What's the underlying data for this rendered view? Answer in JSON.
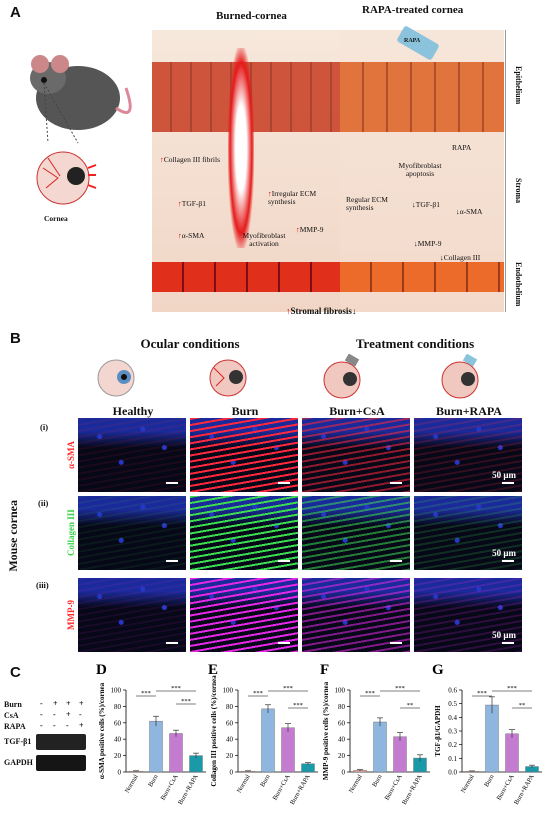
{
  "panelA": {
    "letter": "A",
    "burned_title": "Burned-cornea",
    "rapa_title": "RAPA-treated cornea",
    "rapa_bottle": "RAPA",
    "cornea_label": "Cornea",
    "layers": [
      "Epithelium",
      "Stroma",
      "Endothelium"
    ],
    "burn_labels": {
      "collagen": "Collagen III fibrils",
      "tgf": "TGF-β1",
      "irregular": "Irregular ECM synthesis",
      "asma": "α-SMA",
      "mmp": "MMP-9",
      "myo": "Myofibroblast activation"
    },
    "rapa_labels": {
      "rapa": "RAPA",
      "apoptosis": "Myofibroblast apoptosis",
      "regular": "Regular ECM synthesis",
      "tgf": "TGF-β1",
      "asma": "α-SMA",
      "mmp": "MMP-9",
      "collagen": "Collagen III"
    },
    "fibrosis": "Stromal fibrosis"
  },
  "panelB": {
    "letter": "B",
    "ocular": "Ocular conditions",
    "treatment": "Treatment conditions",
    "columns": [
      "Healthy",
      "Burn",
      "Burn+CsA",
      "Burn+RAPA"
    ],
    "side_label": "Mouse cornea",
    "rows": [
      {
        "roman": "(i)",
        "stain": "α-SMA",
        "color": "#ff2a2a"
      },
      {
        "roman": "(ii)",
        "stain": "Collagen III",
        "color": "#39d24a"
      },
      {
        "roman": "(iii)",
        "stain": "MMP-9",
        "color": "#ff2a2a"
      }
    ],
    "scale": "50 μm"
  },
  "panelC": {
    "letter": "C",
    "rows": [
      {
        "name": "Burn",
        "marks": [
          "-",
          "+",
          "+",
          "+"
        ]
      },
      {
        "name": "CsA",
        "marks": [
          "-",
          "-",
          "+",
          "-"
        ]
      },
      {
        "name": "RAPA",
        "marks": [
          "-",
          "-",
          "-",
          "+"
        ]
      }
    ],
    "bands": [
      "TGF-β1",
      "GAPDH"
    ]
  },
  "chart_data": [
    {
      "panel": "D",
      "type": "bar",
      "categories": [
        "Normal",
        "Burn",
        "Burn+CsA",
        "Burn+RAPA"
      ],
      "values": [
        1,
        62,
        47,
        20
      ],
      "errors": [
        0.5,
        6,
        4,
        3
      ],
      "ylabel": "α-SMA positive cells (%)/cornea",
      "ylim": [
        0,
        100
      ],
      "yticks": [
        0,
        20,
        40,
        60,
        80,
        100
      ],
      "sig": [
        "***",
        "***",
        "***"
      ]
    },
    {
      "panel": "E",
      "type": "bar",
      "categories": [
        "Normal",
        "Burn",
        "Burn+CsA",
        "Burn+RAPA"
      ],
      "values": [
        1,
        77,
        54,
        10
      ],
      "errors": [
        0.5,
        5,
        5,
        1.5
      ],
      "ylabel": "Collagen III positive cells (%)/cornea",
      "ylim": [
        0,
        100
      ],
      "yticks": [
        0,
        20,
        40,
        60,
        80,
        100
      ],
      "sig": [
        "***",
        "***",
        "***"
      ]
    },
    {
      "panel": "F",
      "type": "bar",
      "categories": [
        "Normal",
        "Burn",
        "Burn+CsA",
        "Burn+RAPA"
      ],
      "values": [
        2,
        61,
        43,
        17
      ],
      "errors": [
        1,
        5,
        5,
        4
      ],
      "ylabel": "MMP-9 positive cells (%)/cornea",
      "ylim": [
        0,
        100
      ],
      "yticks": [
        0,
        20,
        40,
        60,
        80,
        100
      ],
      "sig": [
        "***",
        "***",
        "**"
      ]
    },
    {
      "panel": "G",
      "type": "bar",
      "categories": [
        "Normal",
        "Burn",
        "Burn+CsA",
        "Burn+RAPA"
      ],
      "values": [
        0.005,
        0.49,
        0.28,
        0.04
      ],
      "errors": [
        0.003,
        0.06,
        0.03,
        0.01
      ],
      "ylabel": "TGF-β1/GAPDH",
      "ylim": [
        0,
        0.6
      ],
      "yticks": [
        0.0,
        0.1,
        0.2,
        0.3,
        0.4,
        0.5,
        0.6
      ],
      "sig": [
        "***",
        "***",
        "**"
      ]
    }
  ],
  "colors": {
    "normal": "#e8a6a0",
    "burn": "#8fb6de",
    "csa": "#c47cd0",
    "rapa": "#1a9aa8"
  }
}
